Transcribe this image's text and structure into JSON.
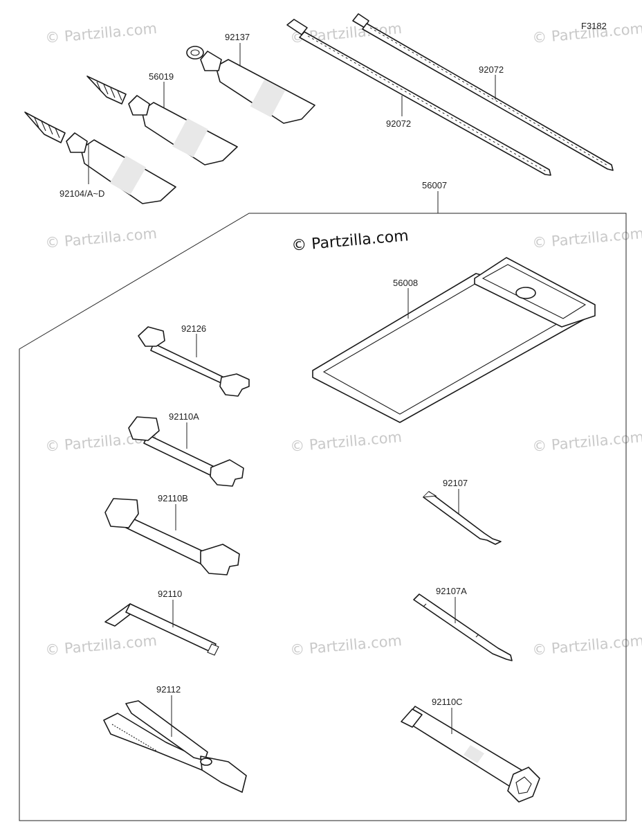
{
  "figure_code": "F3182",
  "watermark": "© Partzilla.com",
  "colors": {
    "line": "#1a1a1a",
    "watermark": "#c9c9c9",
    "background": "#ffffff"
  },
  "labels": {
    "p92137": "92137",
    "p56019": "56019",
    "p92104": "92104/A~D",
    "p92072a": "92072",
    "p92072b": "92072",
    "p56007": "56007",
    "p56008": "56008",
    "p92126": "92126",
    "p92110a": "92110A",
    "p92110b": "92110B",
    "p92110": "92110",
    "p92112": "92112",
    "p92107": "92107",
    "p92107a": "92107A",
    "p92110c": "92110C"
  }
}
